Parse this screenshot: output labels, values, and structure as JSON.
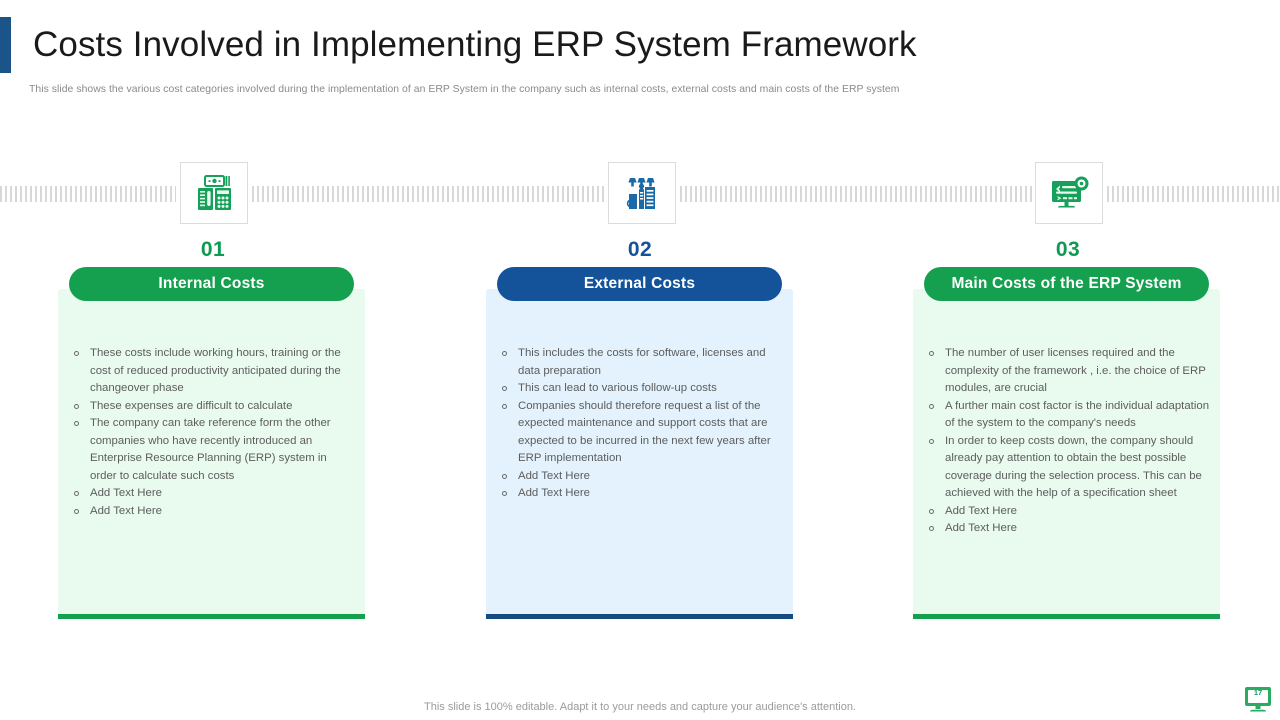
{
  "header": {
    "title": "Costs Involved in Implementing ERP System Framework",
    "subtitle": "This slide shows the various cost categories involved during the implementation of an ERP System in the company such as internal costs, external costs and main costs of the ERP system"
  },
  "colors": {
    "green": "#14a04f",
    "green_dark": "#0f9a4d",
    "blue": "#14539a",
    "blue_dark": "#174a7e",
    "accent_bar": "#1b5489",
    "green_tint": "#e9faef",
    "blue_tint": "#e3f2fc",
    "number_green": "#0f9a52",
    "number_blue": "#14539a",
    "text_body": "#5d5d5d",
    "text_muted": "#8a8a8a",
    "dash": "#d6d8da"
  },
  "columns": [
    {
      "number": "01",
      "number_color": "#0f9a52",
      "icon": "cash-calculator-icon",
      "icon_color": "#17a05a",
      "title": "Internal Costs",
      "pill_color": "#14a04f",
      "body_bg": "#e9faef",
      "underline_color": "#11a14f",
      "bullets": [
        "These costs include working hours, training or the cost of reduced productivity anticipated during the changeover phase",
        "These expenses are difficult to calculate",
        "The company can take reference form the other companies who have recently introduced an Enterprise Resource Planning (ERP) system in order to calculate such costs",
        "Add Text Here",
        "Add Text Here"
      ]
    },
    {
      "number": "02",
      "number_color": "#14539a",
      "icon": "factory-icon",
      "icon_color": "#1a6aa8",
      "title": "External Costs",
      "pill_color": "#14539a",
      "body_bg": "#e3f2fc",
      "underline_color": "#174a7e",
      "bullets": [
        "This includes the costs for software, licenses and data preparation",
        "This can lead to various follow-up costs",
        "Companies should therefore request a list of the expected maintenance and support costs that are expected to be incurred in the next few years after ERP implementation",
        "Add Text Here",
        "Add Text Here"
      ]
    },
    {
      "number": "03",
      "number_color": "#0f9a52",
      "icon": "monitor-gear-icon",
      "icon_color": "#17a05a",
      "title": "Main Costs of the ERP System",
      "pill_color": "#14a04f",
      "body_bg": "#e9faef",
      "underline_color": "#11a14f",
      "bullets": [
        "The number of user licenses required and the complexity of the framework , i.e. the choice of ERP modules, are crucial",
        "A further main cost factor is the individual adaptation of the system to the company's needs",
        "In order to keep costs down, the company should already pay attention to obtain the best possible coverage during the selection process. This can be achieved with the help of a specification sheet",
        "Add Text Here",
        "Add Text Here"
      ]
    }
  ],
  "footer": {
    "note": "This slide is 100% editable. Adapt it to your needs and capture your audience's attention.",
    "page_number": "17"
  }
}
